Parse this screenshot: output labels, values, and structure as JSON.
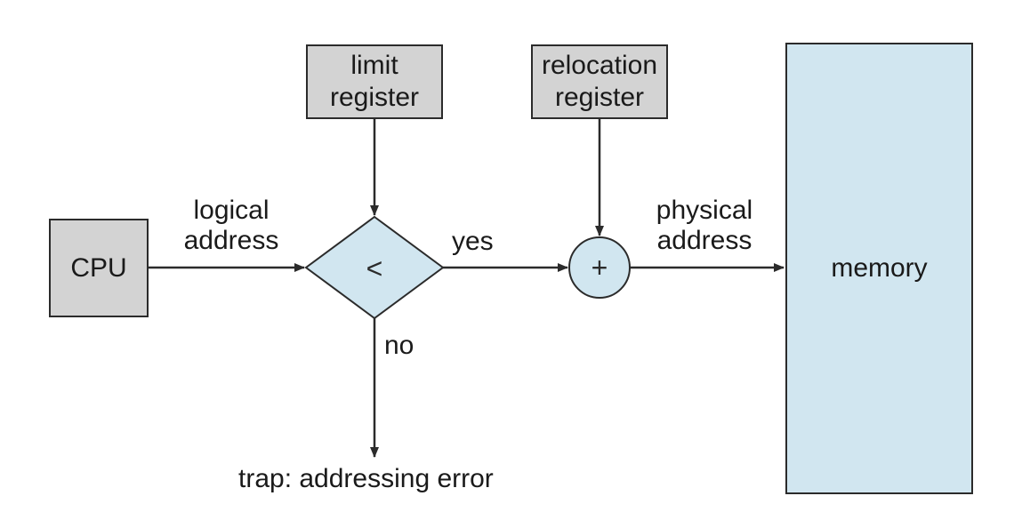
{
  "diagram": {
    "nodes": {
      "cpu": "CPU",
      "limit_register": [
        "limit",
        "register"
      ],
      "relocation_register": [
        "relocation",
        "register"
      ],
      "memory": "memory",
      "comparator": "<",
      "adder": "+"
    },
    "edges": {
      "logical_address": [
        "logical",
        "address"
      ],
      "physical_address": [
        "physical",
        "address"
      ],
      "yes": "yes",
      "no": "no",
      "trap": "trap: addressing error"
    },
    "colors": {
      "register_fill": "#d3d3d3",
      "memory_fill": "#d1e6f0",
      "line": "#2b2b2b"
    }
  }
}
